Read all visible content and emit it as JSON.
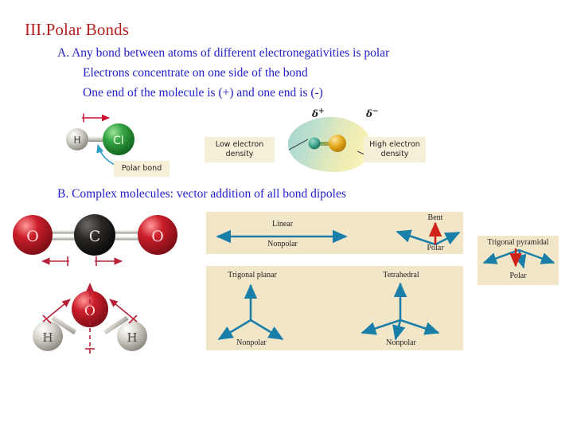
{
  "slide": {
    "title": "III.Polar Bonds",
    "bullets": {
      "a": "A. Any bond between atoms of different electronegativities is polar",
      "a_sub1": "Electrons concentrate on one side of the bond",
      "a_sub2": "One end of the molecule is (+) and one end is (-)",
      "b": "B. Complex molecules: vector addition of all bond dipoles"
    },
    "colors": {
      "title_red": "#b51f1f",
      "body_blue": "#2222c8",
      "panel_beige": "#f2e6c9",
      "callout_cream": "#f6efd7",
      "vector_teal": "#1a7fa8",
      "dipole_red": "#c8102e",
      "chlorine_green": "#2e9b3e",
      "oxygen_red": "#c01a26",
      "carbon_black": "#231f20",
      "hydrogen_gray": "#cfccc4"
    }
  },
  "hcl_figure": {
    "name": "hydrogen-chloride-model",
    "atom_left": "H",
    "atom_right": "Cl",
    "callout": "Polar bond"
  },
  "electron_density_figure": {
    "name": "electron-density-map",
    "delta_positive": "δ",
    "delta_positive_sign": "+",
    "delta_negative": "δ",
    "delta_negative_sign": "−",
    "callout_left_line1": "Low electron",
    "callout_left_line2": "density",
    "callout_right_line1": "High electron",
    "callout_right_line2": "density"
  },
  "co2_figure": {
    "name": "carbon-dioxide-model",
    "atom_left": "O",
    "atom_center": "C",
    "atom_right": "O"
  },
  "water_figure": {
    "name": "water-model",
    "atom_center": "O",
    "atom_left": "H",
    "atom_right": "H"
  },
  "geometry_panels": [
    {
      "name": "linear",
      "shape_label": "Linear",
      "polarity_label": "Nonpolar"
    },
    {
      "name": "bent",
      "shape_label": "Bent",
      "polarity_label": "Polar"
    },
    {
      "name": "trigonal-planar",
      "shape_label": "Trigonal planar",
      "polarity_label": "Nonpolar"
    },
    {
      "name": "tetrahedral",
      "shape_label": "Tetrahedral",
      "polarity_label": "Nonpolar"
    },
    {
      "name": "trigonal-pyramidal",
      "shape_label": "Trigonal pyramidal",
      "polarity_label": "Polar"
    }
  ]
}
